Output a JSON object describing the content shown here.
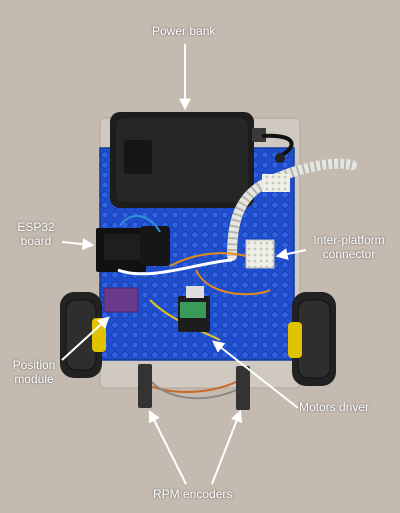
{
  "labels": {
    "power_bank": "Power bank",
    "esp32_line1": "ESP32",
    "esp32_line2": "board",
    "inter_line1": "Inter-platform",
    "inter_line2": "connector",
    "position_line1": "Position",
    "position_line2": "module",
    "motors_driver": "Motors driver",
    "rpm_encoders": "RPM encoders"
  },
  "colors": {
    "background": "#c9bfb4",
    "baseplate": "#1f4fd0",
    "power_bank": "#1d1d1d",
    "wheel": "#222222",
    "wheel_hub": "#e0c200",
    "label_text": "#ffffff"
  }
}
